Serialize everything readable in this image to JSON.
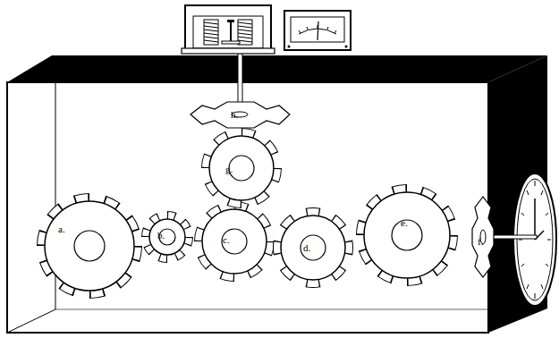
{
  "diagram": {
    "labels": [
      "a.",
      "b.",
      "c.",
      "d.",
      "e.",
      "f.",
      "g.",
      "h."
    ]
  }
}
